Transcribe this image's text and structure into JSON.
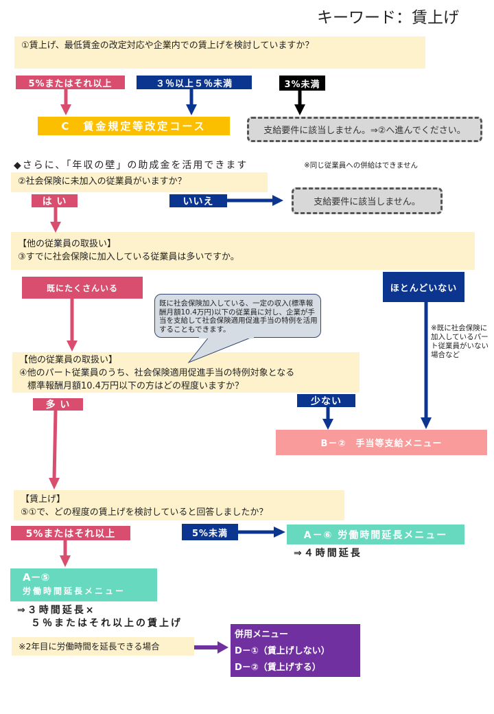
{
  "title": "キーワード：賃上げ",
  "q1": {
    "text": "①賃上げ、最低賃金の改定対応や企業内での賃上げを検討していますか？",
    "opt1": "5%またはそれ以上",
    "opt2": "３％以上５％未満",
    "opt3": "3%未満",
    "result_c": "C　賃金規定等改定コース",
    "result_none": "支給要件に該当しません。⇒②へ進んでください。"
  },
  "additional": {
    "text": "◆さらに、「年収の壁」の助成金を活用できます",
    "note": "※同じ従業員への併給はできません"
  },
  "q2": {
    "text": "②社会保険に未加入の従業員がいますか？",
    "yes": "は い",
    "no": "いいえ",
    "result_none": "支給要件に該当しません。"
  },
  "q3": {
    "heading": "【他の従業員の取扱い】",
    "text": "③すでに社会保険に加入している従業員は多いですか。",
    "opt_many": "既にたくさんいる",
    "opt_few": "ほとんどいない",
    "note": "※既に社会保険に加入しているパート従業員がいない場合など"
  },
  "callout": "既に社会保険加入している、一定の収入(標準報酬月額10.4万円)以下の従業員に対し、企業が手当を支給して社会保険適用促進手当の特例を活用することもできます。",
  "q4": {
    "heading": "【他の従業員の取扱い】",
    "line1": "④他のパート従業員のうち、社会保険適用促進手当の特例対象となる",
    "line2": "標準報酬月額10.4万円以下の方はどの程度いますか？",
    "opt_many": "多 い",
    "opt_few": "少ない",
    "result_b": "B－②　手当等支給メニュー"
  },
  "q5": {
    "heading": "【賃上げ】",
    "text": "⑤①で、どの程度の賃上げを検討していると回答しましたか？",
    "opt1": "5%またはそれ以上",
    "opt2": "5%未満",
    "a6": "A－⑥ 労働時間延長メニュー",
    "a6_note": "⇒４時間延長",
    "a5_line1": "A－⑤",
    "a5_line2": "労働時間延長メニュー",
    "a5_note1": "⇒３時間延長×",
    "a5_note2": "５％またはそれ以上の賃上げ"
  },
  "combined": {
    "note": "※2年目に労働時間を延長できる場合",
    "title": "併用メニュー",
    "d1": "D－①（賃上げしない）",
    "d2": "D－②（賃上げする）"
  },
  "colors": {
    "pink": "#d94e6f",
    "blue": "#0c3590",
    "yellow": "#fbbf00",
    "teal": "#66d9bf",
    "salmon": "#f99b9b",
    "purple": "#7030a0",
    "cream": "#fef2cc"
  }
}
